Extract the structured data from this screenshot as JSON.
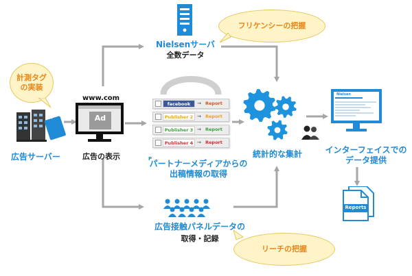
{
  "bubbles": {
    "tag": "計測タグ\nの実装",
    "frequency": "フリケンシーの把握",
    "reach": "リーチの把握"
  },
  "labels": {
    "ad_server": "広告サーバー",
    "ad_display": "広告の表示",
    "www": "www.com",
    "ad": "Ad",
    "nielsen_server_line1": "Nielsenサーバー",
    "nielsen_server_line2": "全数データ",
    "publisher_data_line1": "パートナーメディアからの",
    "publisher_data_line2": "出稿情報の取得",
    "panel_line1": "広告接触パネルデータの",
    "panel_line2": "取得・記録",
    "aggregation": "統計的な集計",
    "interface_line1": "インターフェイスでの",
    "interface_line2": "データ提供",
    "reports": "Reports",
    "nielsen_tag": "nielsen",
    "p_marker": "P",
    "screen_title": "Nielsen"
  },
  "publishers": [
    {
      "name": "facebook",
      "report": "Report",
      "color": "#3b5998",
      "text_color": "#ffffff",
      "report_color": "#d9531e"
    },
    {
      "name": "Publisher 2",
      "report": "Report",
      "color": "#ffffff",
      "text_color": "#f0a21c",
      "report_color": "#f0a21c"
    },
    {
      "name": "Publisher 3",
      "report": "Report",
      "color": "#ffffff",
      "text_color": "#3aa13a",
      "report_color": "#3aa13a"
    },
    {
      "name": "Publisher 4",
      "report": "Report",
      "color": "#ffffff",
      "text_color": "#d92b2b",
      "report_color": "#d92b2b"
    }
  ],
  "colors": {
    "blue": "#1f8ad6",
    "gear": "#1d93de",
    "arrow": "#a6a6a6"
  }
}
